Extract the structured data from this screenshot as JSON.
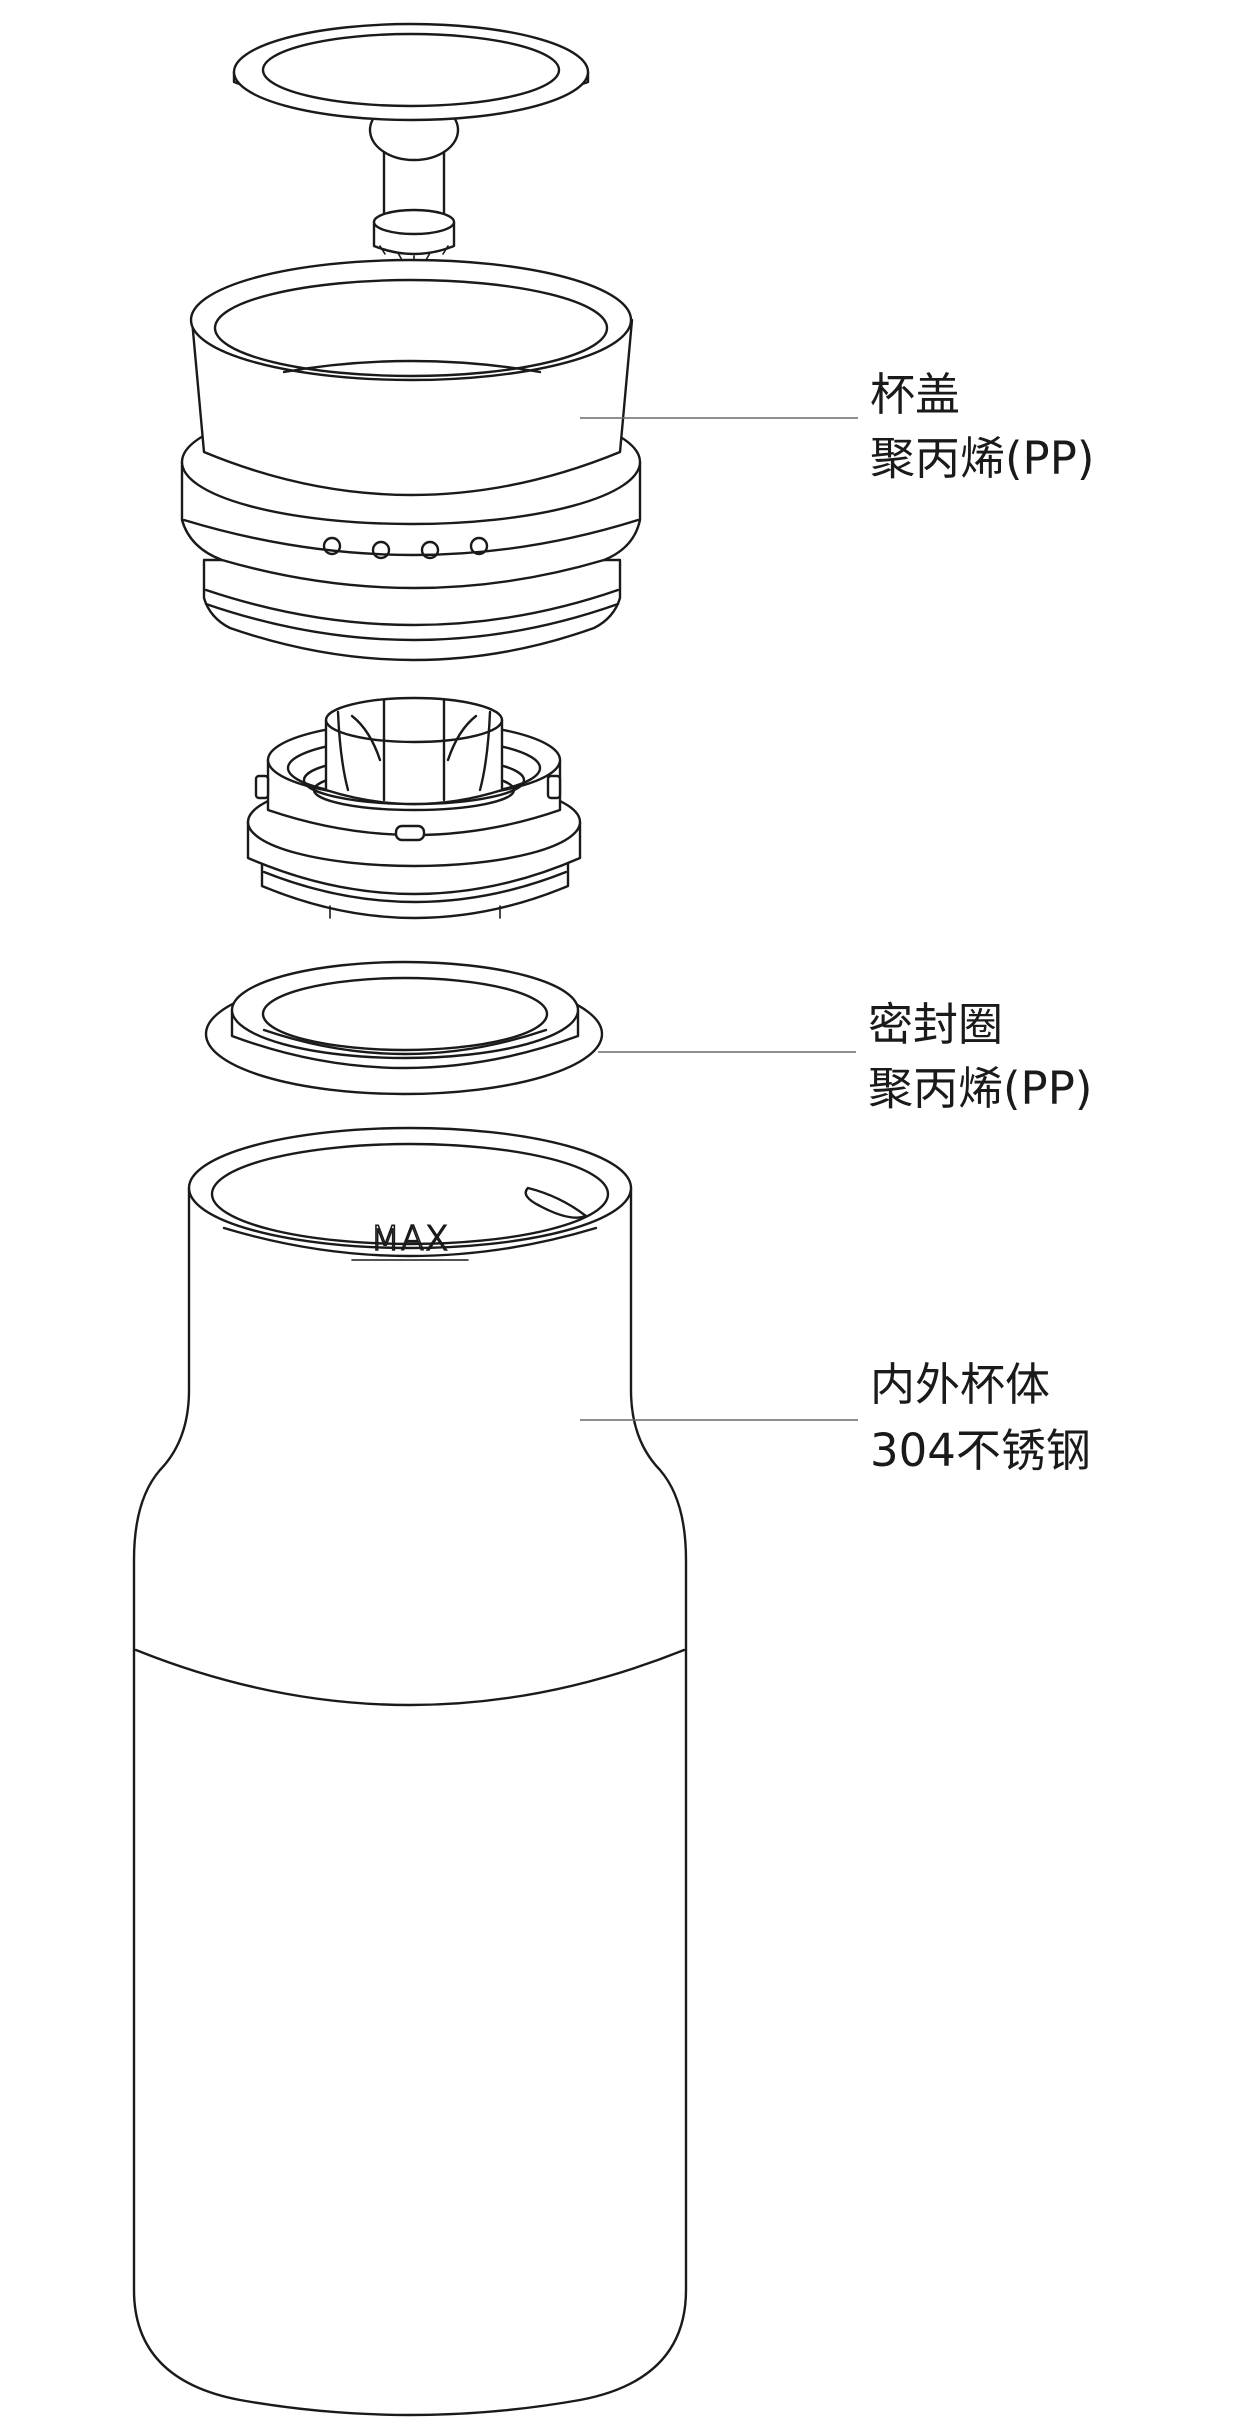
{
  "diagram": {
    "components": [
      {
        "id": "lid",
        "label_line1": "杯盖",
        "label_line2": "聚丙烯(PP)"
      },
      {
        "id": "seal",
        "label_line1": "密封圈",
        "label_line2": "聚丙烯(PP)"
      },
      {
        "id": "body",
        "label_line1": "内外杯体",
        "label_line2": "304不锈钢"
      }
    ],
    "max_marking": "MAX"
  }
}
